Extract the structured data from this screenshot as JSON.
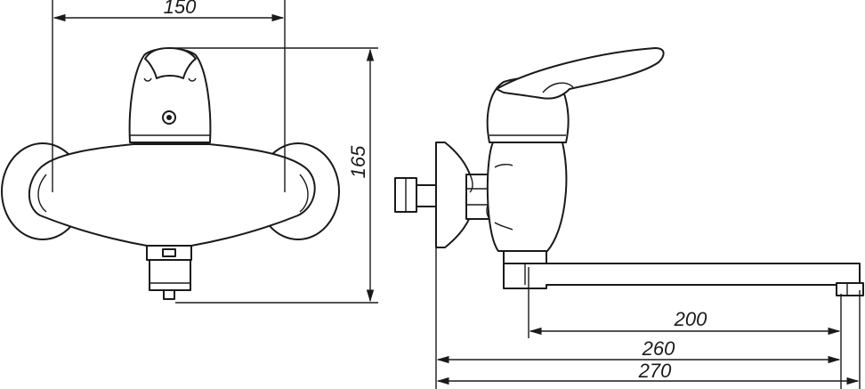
{
  "dimensions": {
    "width_front": "150",
    "height_front": "165",
    "spout_reach": "200",
    "body_to_spout": "260",
    "overall_length": "270"
  }
}
